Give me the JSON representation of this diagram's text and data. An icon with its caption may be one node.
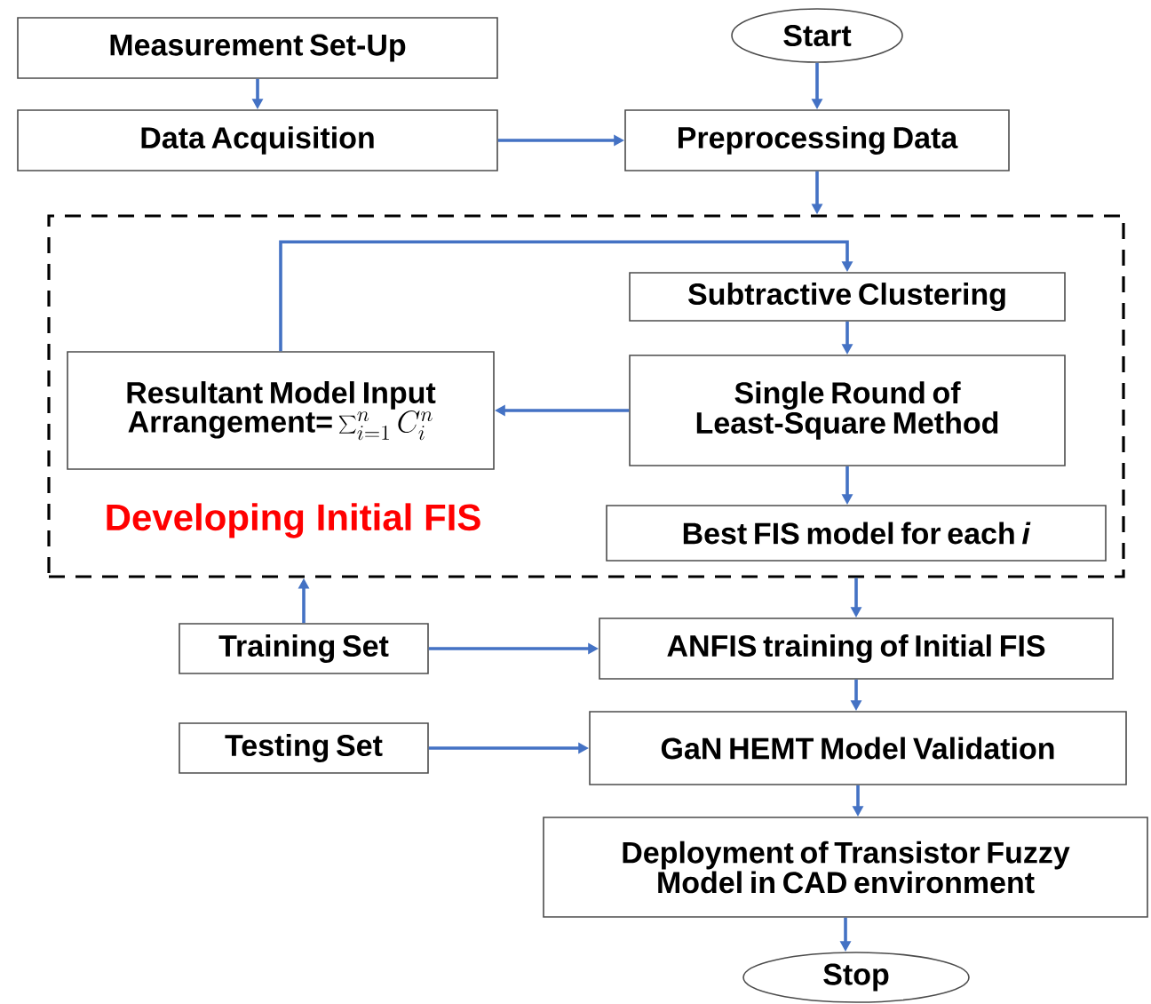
{
  "diagram": {
    "nodes": [
      {
        "text": [
          "Measurement Set-Up"
        ]
      },
      {
        "text": [
          "Data Acquisition"
        ]
      },
      {
        "text": [
          "Start"
        ]
      },
      {
        "text": [
          "Preprocessing Data"
        ]
      },
      {
        "text": [
          "Developing Initial FIS"
        ]
      },
      {
        "text": [
          "Subtractive Clustering"
        ],
        "in": 4
      },
      {
        "text": [
          "Single Round of Least-Square Method"
        ],
        "in": 4
      },
      {
        "text": [
          "Resultant Model Input Arrangement=",
          "\\sum_{i=1}^{n} C_{i}^{n}"
        ],
        "in": 4
      },
      {
        "text": [
          "Best FIS model for each *i*"
        ],
        "in": 4
      },
      {
        "text": [
          "Training Set"
        ]
      },
      {
        "text": [
          "ANFIS training of Initial FIS"
        ]
      },
      {
        "text": [
          "Testing Set"
        ]
      },
      {
        "text": [
          "GaN HEMT Model Validation"
        ]
      },
      {
        "text": [
          "Deployment of Transistor Fuzzy Model in CAD environment"
        ]
      },
      {
        "text": [
          "Stop"
        ]
      }
    ],
    "edges": [
      {
        "from": 0,
        "to": 1,
        "arrow": "to"
      },
      {
        "from": 1,
        "to": 3,
        "arrow": "to"
      },
      {
        "from": 2,
        "to": 3,
        "arrow": "to"
      },
      {
        "from": 3,
        "to": 4,
        "arrow": "to"
      },
      {
        "from": 7,
        "to": 5,
        "arrow": "to"
      },
      {
        "from": 5,
        "to": 6,
        "arrow": "to"
      },
      {
        "from": 6,
        "to": 7,
        "arrow": "to"
      },
      {
        "from": 6,
        "to": 8,
        "arrow": "to"
      },
      {
        "from": 4,
        "to": 10,
        "arrow": "to"
      },
      {
        "from": 9,
        "to": 4,
        "arrow": "to"
      },
      {
        "from": 9,
        "to": 10,
        "arrow": "to"
      },
      {
        "from": 10,
        "to": 12,
        "arrow": "to"
      },
      {
        "from": 11,
        "to": 12,
        "arrow": "to"
      },
      {
        "from": 12,
        "to": 13,
        "arrow": "to"
      },
      {
        "from": 13,
        "to": 14,
        "arrow": "to"
      }
    ]
  }
}
